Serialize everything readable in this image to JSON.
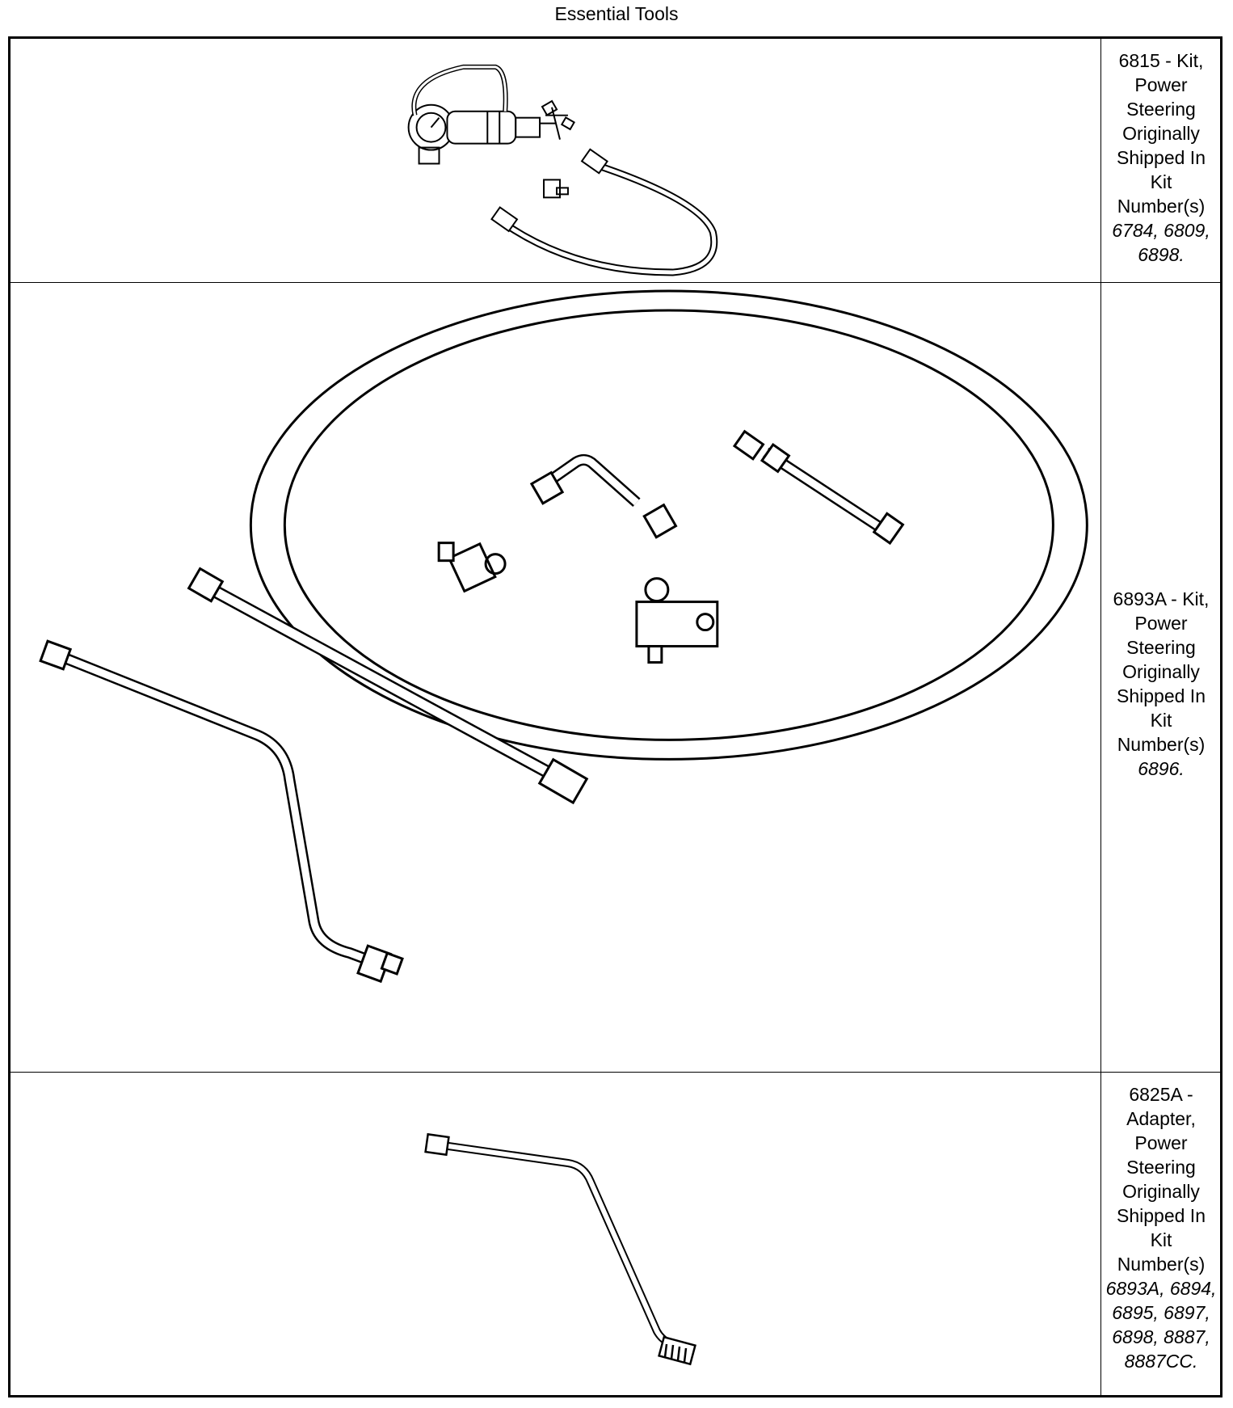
{
  "page": {
    "title": "Essential Tools"
  },
  "tools": [
    {
      "description": "6815 - Kit, Power Steering Originally Shipped In Kit Number(s)",
      "kits": "6784, 6809, 6898."
    },
    {
      "description": "6893A - Kit, Power Steering Originally Shipped In Kit Number(s)",
      "kits": "6896."
    },
    {
      "description": "6825A - Adapter, Power Steering Originally Shipped In Kit Number(s)",
      "kits": "6893A, 6894, 6895, 6897, 6898, 8887, 8887CC."
    }
  ]
}
